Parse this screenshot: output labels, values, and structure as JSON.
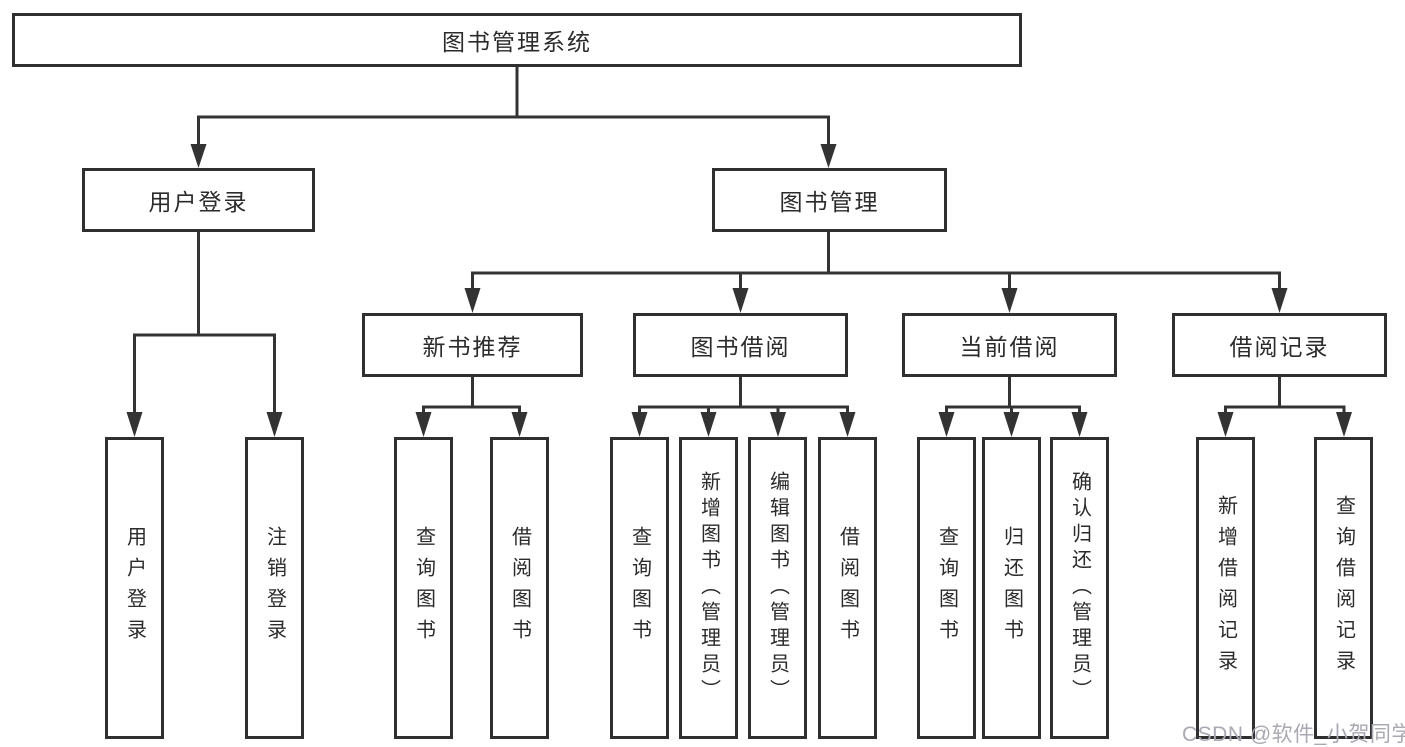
{
  "diagram_type": "hierarchy-tree",
  "colors": {
    "background": "#ffffff",
    "box_border": "#2f2f2f",
    "line": "#333333",
    "text": "#2b2b2b",
    "watermark": "#a9a9b3"
  },
  "tree": {
    "root": {
      "label": "图书管理系统"
    },
    "branches": [
      {
        "label": "用户登录",
        "children": [
          {
            "label": "用户登录"
          },
          {
            "label": "注销登录"
          }
        ]
      },
      {
        "label": "图书管理",
        "children": [
          {
            "label": "新书推荐",
            "children": [
              {
                "label": "查询图书"
              },
              {
                "label": "借阅图书"
              }
            ]
          },
          {
            "label": "图书借阅",
            "children": [
              {
                "label": "查询图书"
              },
              {
                "label": "新增图书（管理员）"
              },
              {
                "label": "编辑图书（管理员）"
              },
              {
                "label": "借阅图书"
              }
            ]
          },
          {
            "label": "当前借阅",
            "children": [
              {
                "label": "查询图书"
              },
              {
                "label": "归还图书"
              },
              {
                "label": "确认归还（管理员）"
              }
            ]
          },
          {
            "label": "借阅记录",
            "children": [
              {
                "label": "新增借阅记录"
              },
              {
                "label": "查询借阅记录"
              }
            ]
          }
        ]
      }
    ]
  },
  "watermark": {
    "text": "CSDN @软件_小贺同学"
  }
}
